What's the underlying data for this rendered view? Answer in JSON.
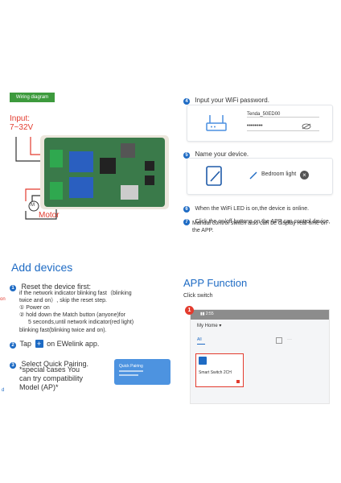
{
  "wiring": {
    "tag": "Wiring diagram",
    "input_label": "Input:",
    "input_voltage": "7~32V",
    "motor_label": "Motor",
    "motor_symbol": "M"
  },
  "steps_right": {
    "step4": {
      "num": "4",
      "text": "Input your WiFi password.",
      "ssid": "Tenda_50ED00",
      "password_mask": "••••••••"
    },
    "step5": {
      "num": "5",
      "text": "Name your device.",
      "device_name": "Bedroom light"
    },
    "step6": {
      "num": "6",
      "text": "When the WiFi LED is on,the device is online."
    },
    "step7": {
      "num": "7",
      "text_line1": "Click the on/off buttons on the APP can control device,",
      "text_line2": "Manual control switch also can be display real-time on",
      "text_line3": "the APP."
    }
  },
  "add_devices": {
    "heading": "Add devices",
    "step1": {
      "num": "1",
      "title": "Reset the device first:",
      "line1": "if the network indicator blinking fast（blinking",
      "line2": "twice and on）, skip the reset step.",
      "sub1": "① Power on",
      "sub2a": "② hold down the Match button (anyone)for",
      "sub2b": "5 seconds,until  network indicator(red light)",
      "sub2c": "blinking fast(blinking twice and on)."
    },
    "step2": {
      "num": "2",
      "text_a": "Tap",
      "text_b": "on EWelink app.",
      "plus": "+"
    },
    "step3": {
      "num": "3",
      "line1": "Select Quick Pairing.",
      "line2": "*special cases You",
      "line3": "can try compatibility",
      "line4": "Model (AP)*",
      "card_title": "Quick Pairing"
    },
    "edge_left": "on",
    "edge_d": "d"
  },
  "app_function": {
    "heading": "APP Function",
    "sub": "Click switch",
    "phone": {
      "status": "▮▮ 2:55",
      "home": "My Home",
      "home_caret": "▾",
      "tab_all": "All",
      "callout": "1",
      "device_name": "Smart Switch 2CH"
    }
  },
  "colors": {
    "accent_blue": "#1e6bc4",
    "green": "#3d9a3d",
    "red": "#e33b2e"
  }
}
